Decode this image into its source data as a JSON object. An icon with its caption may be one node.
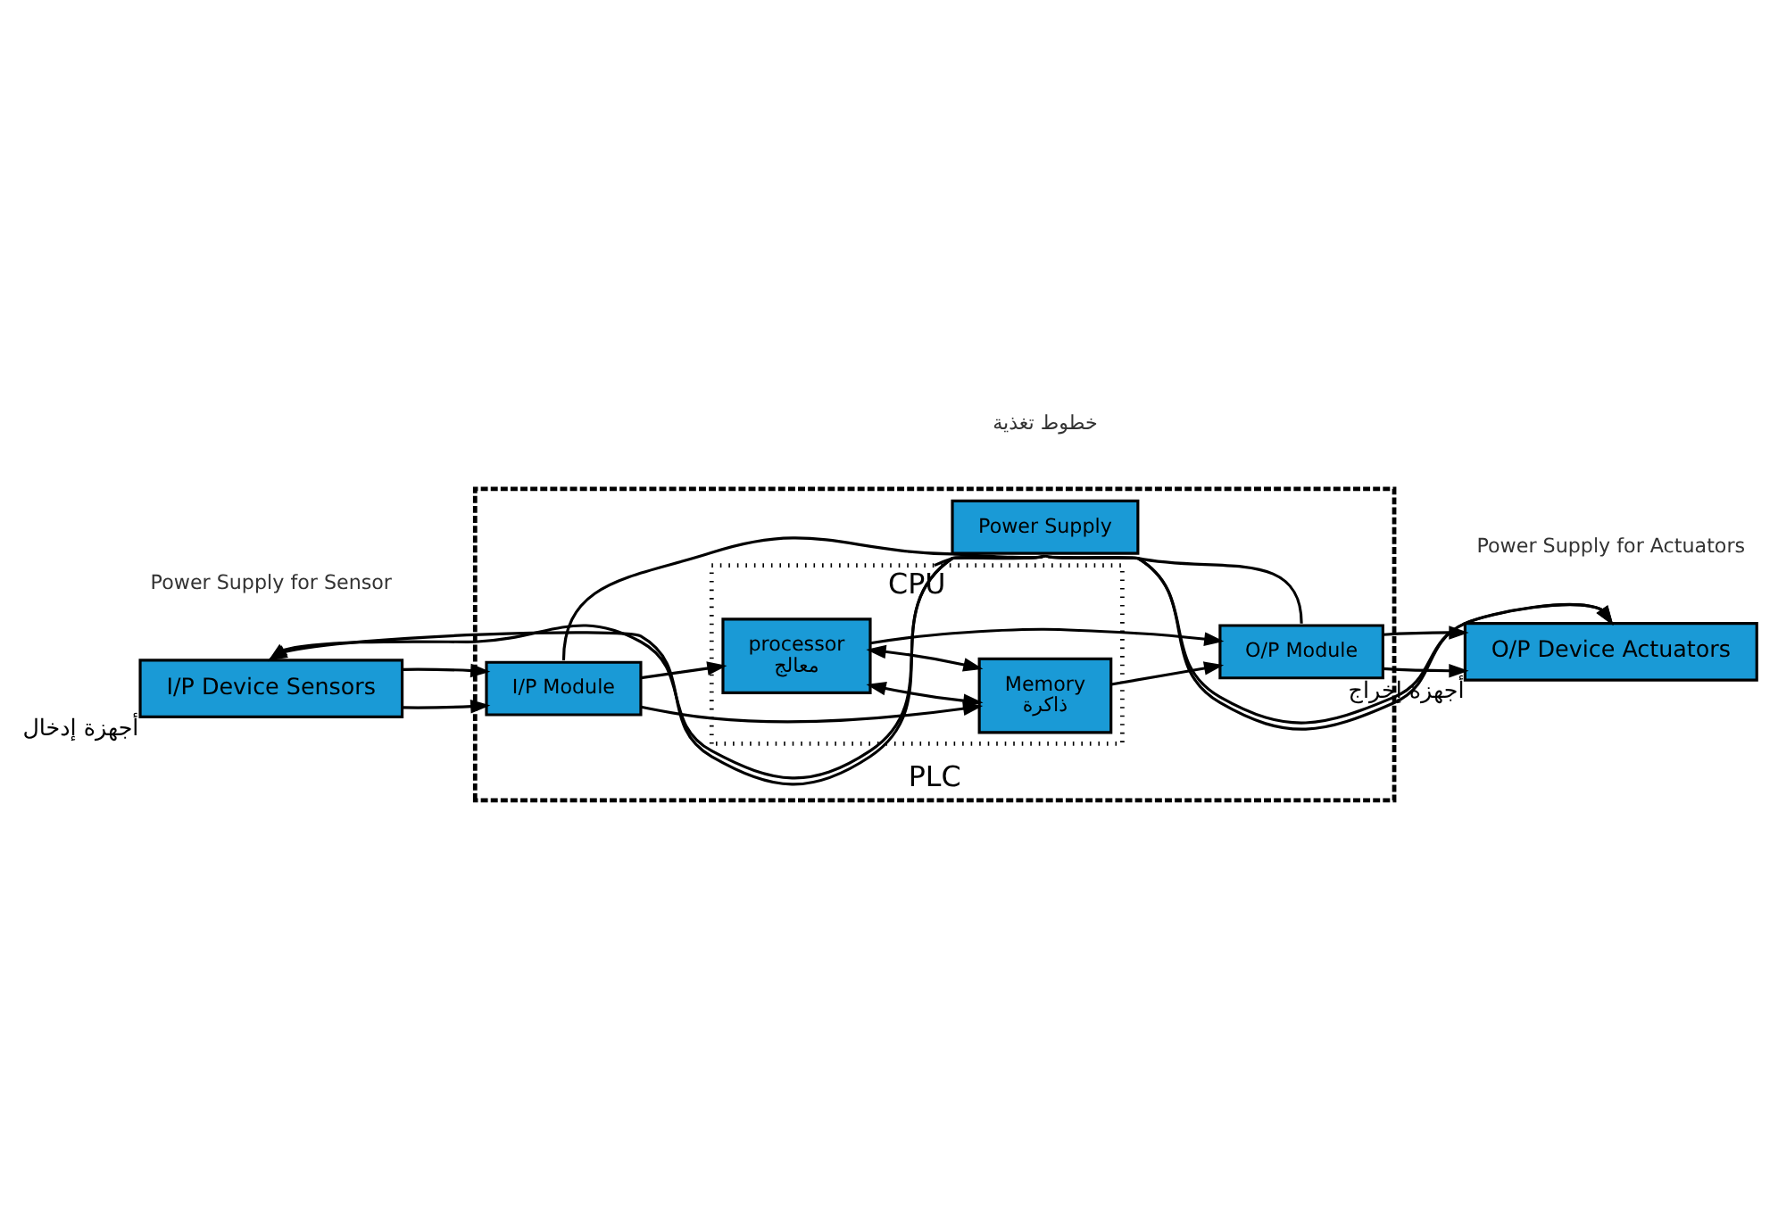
{
  "diagram": {
    "nodes": [
      {
        "text": [
          "PLC"
        ]
      },
      {
        "text": [
          "I/P Device Sensors"
        ],
        "beside": [
          "أجهزة إدخال"
        ]
      },
      {
        "text": [
          "I/P Module"
        ],
        "in": 0
      },
      {
        "text": [
          "CPU"
        ],
        "in": 0
      },
      {
        "text": [
          "processor",
          "معالج"
        ],
        "in": 3
      },
      {
        "text": [
          "Memory",
          "ذاكرة"
        ],
        "in": 3
      },
      {
        "text": [
          "O/P Module"
        ],
        "in": 0
      },
      {
        "text": [
          "O/P Device Actuators"
        ],
        "beside": [
          "أجهزة إخراج"
        ]
      },
      {
        "text": [
          "Power Supply"
        ],
        "in": 0
      }
    ],
    "edges": [
      {
        "from": 1,
        "to": 2,
        "arrow": "to"
      },
      {
        "from": 1,
        "to": 2,
        "arrow": "to"
      },
      {
        "from": 2,
        "to": 4,
        "arrow": "to"
      },
      {
        "from": 2,
        "to": 5,
        "arrow": "to"
      },
      {
        "from": 4,
        "to": 5,
        "arrow": "both"
      },
      {
        "from": 4,
        "to": 5,
        "arrow": "both"
      },
      {
        "from": 4,
        "to": 6,
        "arrow": "to"
      },
      {
        "from": 5,
        "to": 6,
        "arrow": "to"
      },
      {
        "from": 6,
        "to": 7,
        "arrow": "to"
      },
      {
        "from": 6,
        "to": 7,
        "arrow": "to"
      },
      {
        "from": 8,
        "to": 1,
        "arrow": "to"
      },
      {
        "from": 8,
        "to": 1,
        "arrow": "to"
      },
      {
        "from": 8,
        "to": 7,
        "arrow": "to"
      },
      {
        "from": 8,
        "to": 7,
        "arrow": "to"
      },
      {
        "from": 8,
        "to": 2,
        "arrow": "none"
      },
      {
        "from": 8,
        "to": 6,
        "arrow": "none"
      },
      {
        "from": 8,
        "to": 3,
        "arrow": "none"
      }
    ],
    "labels": [
      "خطوط تغذية",
      "Power Supply for Sensor",
      "Power Supply for Actuators"
    ]
  }
}
